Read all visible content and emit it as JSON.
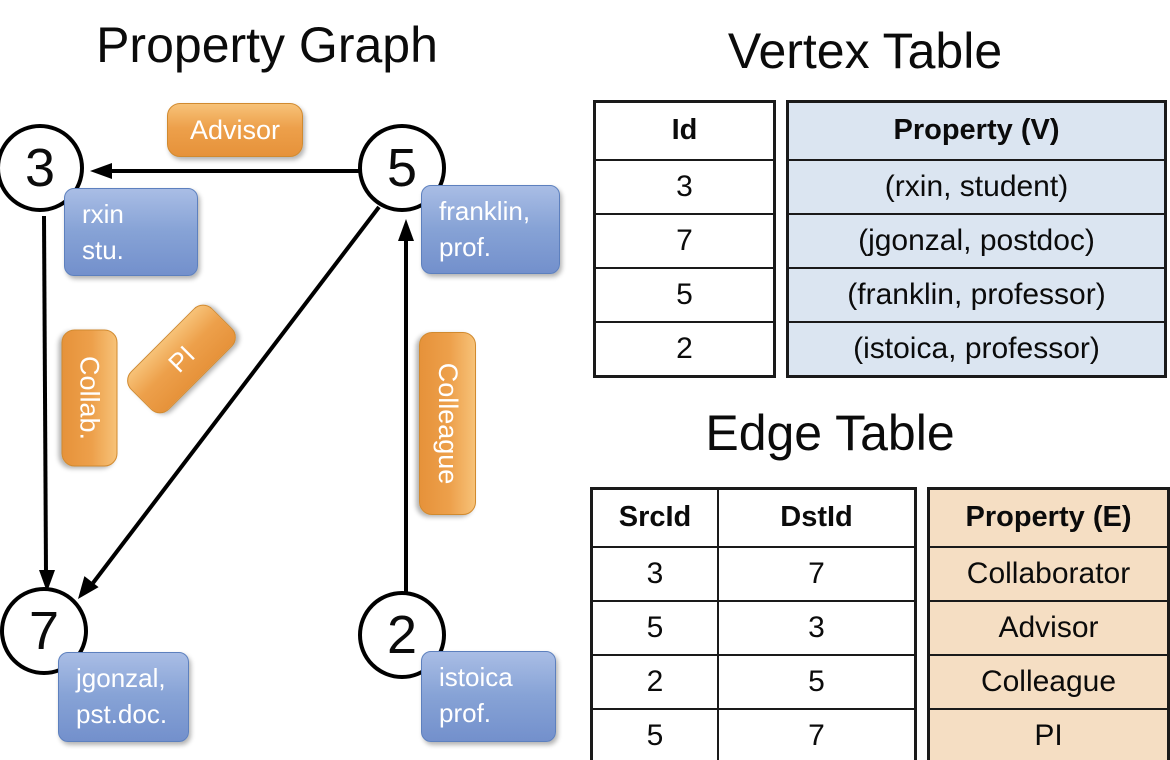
{
  "graph": {
    "title": "Property Graph",
    "nodes": [
      {
        "id": "3",
        "line1": "rxin",
        "line2": "stu."
      },
      {
        "id": "5",
        "line1": "franklin,",
        "line2": "prof."
      },
      {
        "id": "7",
        "line1": "jgonzal,",
        "line2": "pst.doc."
      },
      {
        "id": "2",
        "line1": "istoica",
        "line2": "prof."
      }
    ],
    "edge_labels": {
      "advisor": "Advisor",
      "collab": "Collab.",
      "pi": "PI",
      "colleague": "Colleague"
    }
  },
  "vertex_table": {
    "title": "Vertex Table",
    "columns": [
      "Id",
      "Property (V)"
    ],
    "rows": [
      [
        "3",
        "(rxin, student)"
      ],
      [
        "7",
        "(jgonzal, postdoc)"
      ],
      [
        "5",
        "(franklin, professor)"
      ],
      [
        "2",
        "(istoica, professor)"
      ]
    ]
  },
  "edge_table": {
    "title": "Edge Table",
    "columns": [
      "SrcId",
      "DstId",
      "Property (E)"
    ],
    "rows": [
      [
        "3",
        "7",
        "Collaborator"
      ],
      [
        "5",
        "3",
        "Advisor"
      ],
      [
        "2",
        "5",
        "Colleague"
      ],
      [
        "5",
        "7",
        "PI"
      ]
    ]
  },
  "colors": {
    "orange_top": "#f7c278",
    "orange_mid": "#eda04b",
    "orange_bot": "#e6923a",
    "orange_border": "#d18a2f",
    "blue_top": "#a9bde5",
    "blue_mid": "#87a3d6",
    "blue_bot": "#7390cc",
    "blue_border": "#5d80be",
    "vprop_bg": "#dbe5f1",
    "eprop_bg": "#f5dec3",
    "line": "#000000",
    "border": "#1a1a1a"
  }
}
